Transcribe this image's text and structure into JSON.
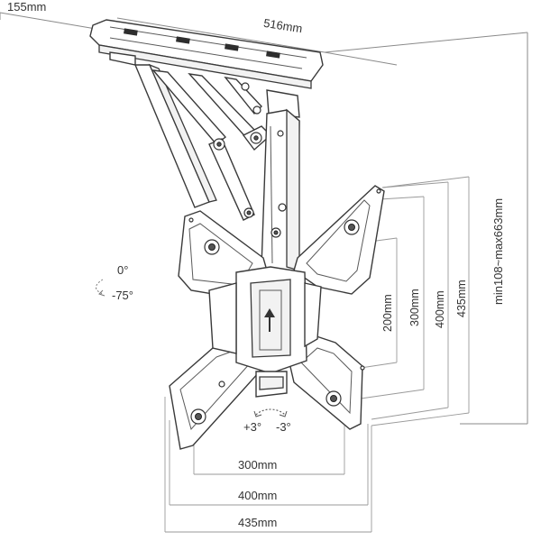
{
  "dimensions": {
    "depth": "155mm",
    "width": "516mm",
    "height_range": "min108~max663mm",
    "vesa_h_200": "200mm",
    "vesa_h_300": "300mm",
    "vesa_h_400": "400mm",
    "vesa_h_435": "435mm",
    "vesa_w_300": "300mm",
    "vesa_w_400": "400mm",
    "vesa_w_435": "435mm"
  },
  "angles": {
    "tilt_top": "0°",
    "tilt_bottom": "-75°",
    "swivel_plus": "+3°",
    "swivel_minus": "-3°"
  }
}
